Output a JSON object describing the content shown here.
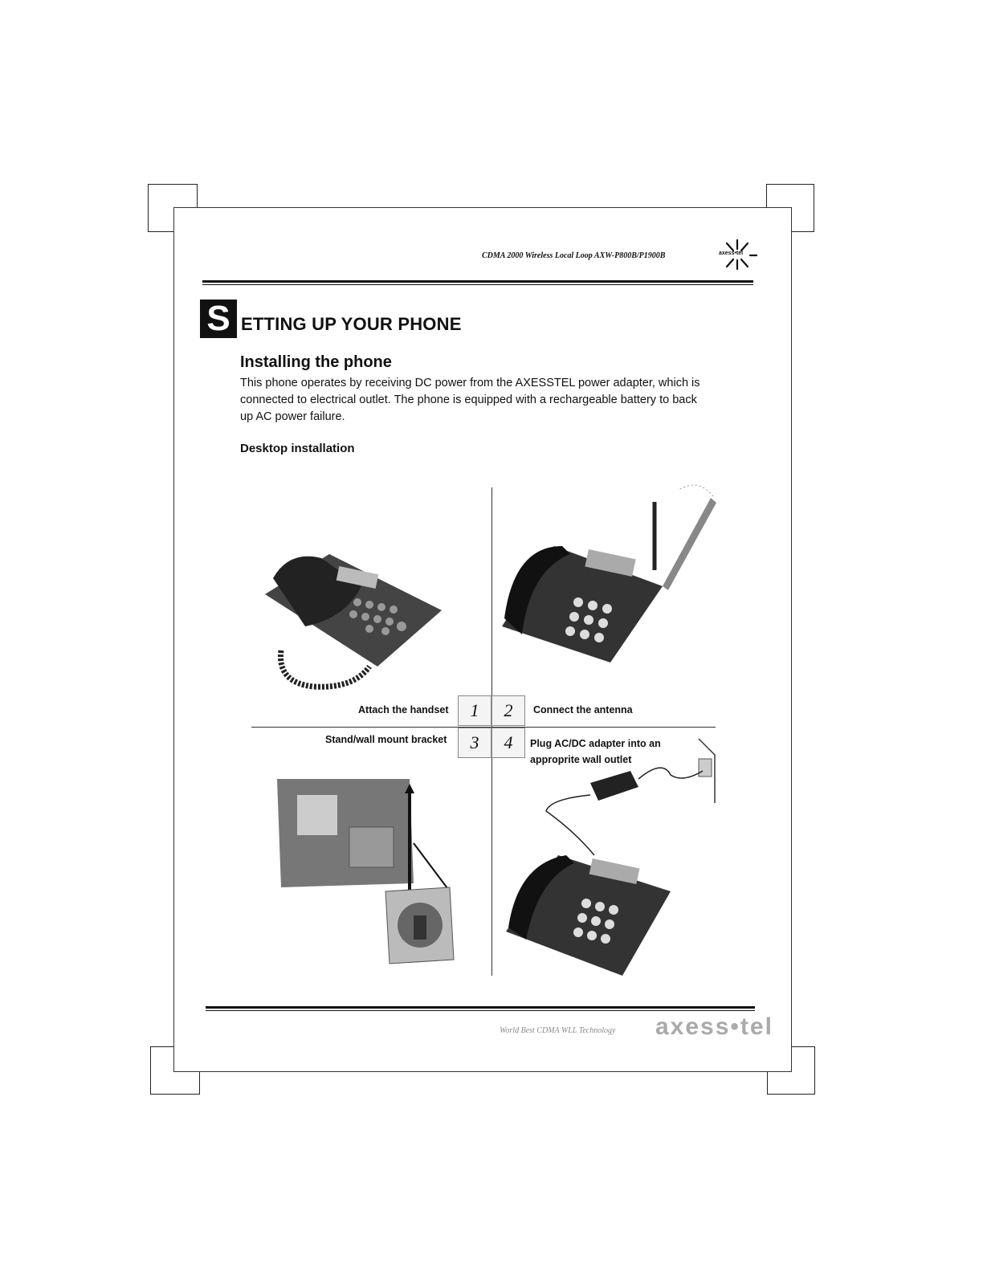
{
  "header": {
    "running_title": "CDMA 2000 Wireless Local Loop AXW-P800B/P1900B",
    "logo_text": "axess•tel"
  },
  "section": {
    "drop_cap": "S",
    "title_rest": "ETTING UP YOUR PHONE"
  },
  "installing": {
    "heading": "Installing the phone",
    "paragraph": "This phone operates by receiving DC power from the AXESSTEL power adapter, which is connected to electrical outlet. The phone is equipped with a rechargeable battery to back up AC power failure."
  },
  "desktop": {
    "heading": "Desktop installation"
  },
  "steps": [
    {
      "number": "1",
      "caption": "Attach the handset"
    },
    {
      "number": "2",
      "caption": "Connect the antenna"
    },
    {
      "number": "3",
      "caption": "Stand/wall mount bracket"
    },
    {
      "number": "4",
      "caption": "Plug AC/DC adapter into an approprite wall outlet"
    }
  ],
  "footer": {
    "tagline": "World Best CDMA WLL Technology",
    "logo": "axess•tel"
  },
  "icons": [
    "sunburst-logo-icon"
  ]
}
